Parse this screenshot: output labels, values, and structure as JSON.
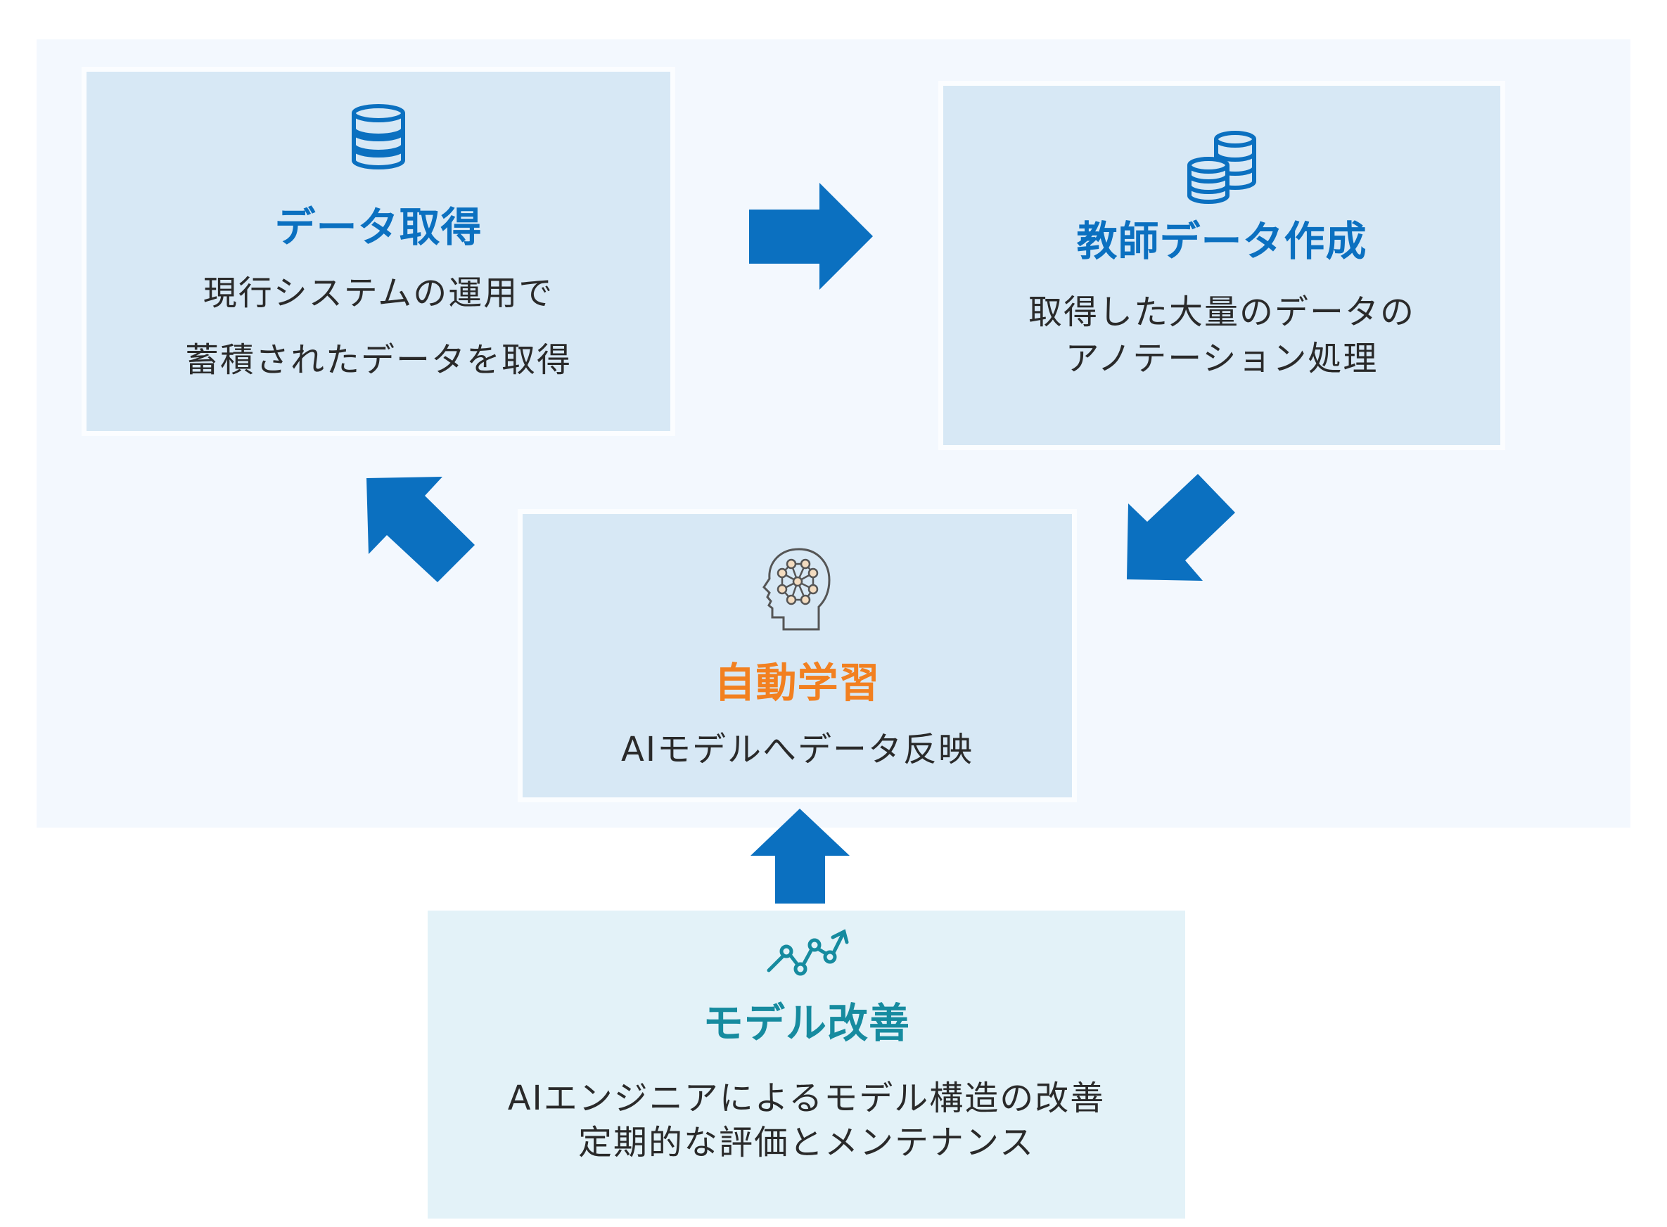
{
  "colors": {
    "accent_blue": "#0b70c0",
    "accent_orange": "#f28020",
    "accent_teal": "#168b9f",
    "box_fill": "#d7e8f5",
    "improve_box_fill": "#e3f2f8",
    "panel_fill": "#f3f8fe"
  },
  "steps": [
    {
      "id": "data-acquisition",
      "icon": "database-icon",
      "title": "データ取得",
      "lines": [
        "現行システムの運用で",
        "蓄積されたデータを取得"
      ]
    },
    {
      "id": "training-data",
      "icon": "coin-stack-icon",
      "title": "教師データ作成",
      "lines": [
        "取得した大量のデータの",
        "アノテーション処理"
      ]
    },
    {
      "id": "auto-learning",
      "icon": "ai-head-icon",
      "title": "自動学習",
      "lines": [
        "AIモデルへデータ反映"
      ]
    },
    {
      "id": "model-improvement",
      "icon": "growth-chart-icon",
      "title": "モデル改善",
      "lines": [
        "AIエンジニアによるモデル構造の改善",
        "定期的な評価とメンテナンス"
      ]
    }
  ],
  "flow": [
    {
      "from": "データ取得",
      "to": "教師データ作成",
      "direction": "right"
    },
    {
      "from": "教師データ作成",
      "to": "自動学習",
      "direction": "down-left"
    },
    {
      "from": "自動学習",
      "to": "データ取得",
      "direction": "up-left"
    },
    {
      "from": "モデル改善",
      "to": "自動学習",
      "direction": "up"
    }
  ]
}
